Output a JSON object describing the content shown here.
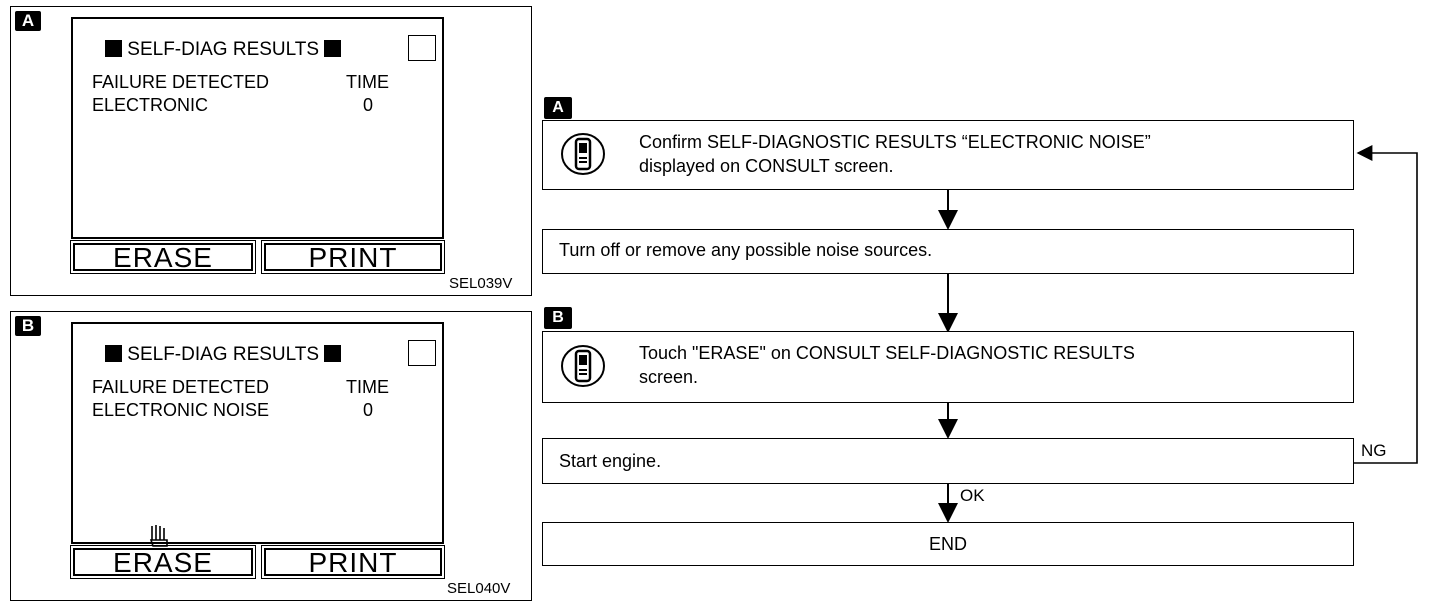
{
  "screen_a": {
    "tag": "A",
    "title": "SELF-DIAG RESULTS",
    "col_failure": "FAILURE DETECTED",
    "col_time": "TIME",
    "row_item": "ELECTRONIC",
    "row_time": "0",
    "erase_label": "ERASE",
    "print_label": "PRINT",
    "code": "SEL039V"
  },
  "screen_b": {
    "tag": "B",
    "title": "SELF-DIAG RESULTS",
    "col_failure": "FAILURE DETECTED",
    "col_time": "TIME",
    "row_item": "ELECTRONIC NOISE",
    "row_time": "0",
    "erase_label": "ERASE",
    "print_label": "PRINT",
    "code": "SEL040V"
  },
  "flow": {
    "tag_a": "A",
    "tag_b": "B",
    "step1_line1": "Confirm SELF-DIAGNOSTIC RESULTS “ELECTRONIC NOISE”",
    "step1_line2": "displayed on CONSULT screen.",
    "step2": "Turn off or remove any possible noise sources.",
    "step3_line1": "Touch \"ERASE\" on CONSULT SELF-DIAGNOSTIC RESULTS",
    "step3_line2": "screen.",
    "step4": "Start engine.",
    "ng_label": "NG",
    "ok_label": "OK",
    "end_label": "END"
  }
}
